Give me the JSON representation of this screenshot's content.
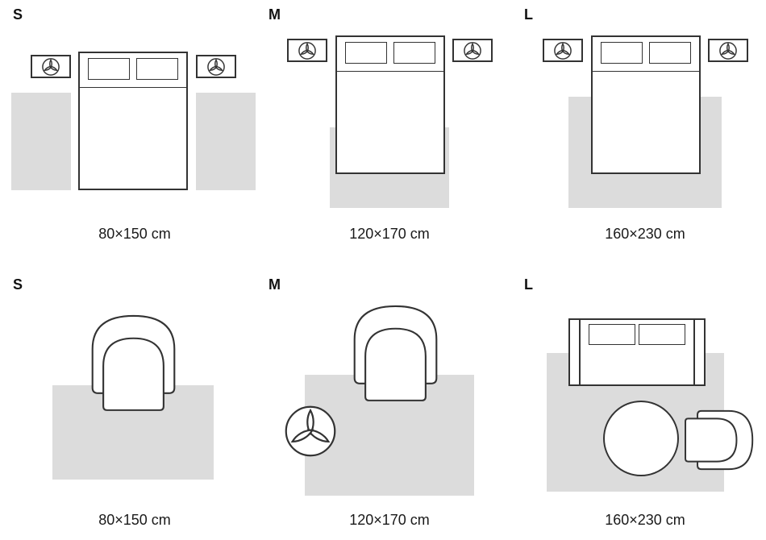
{
  "colors": {
    "rug": "#dcdcdc",
    "outline": "#333333",
    "text": "#111111"
  },
  "icons": {
    "plant": "plant-top-view-icon",
    "chair": "armchair-top-view",
    "sofa": "sofa-top-view",
    "table": "round-coffee-table"
  },
  "bedroom_row": {
    "sections": [
      {
        "size_label": "S",
        "dimension_label": "80×150 cm"
      },
      {
        "size_label": "M",
        "dimension_label": "120×170 cm"
      },
      {
        "size_label": "L",
        "dimension_label": "160×230 cm"
      }
    ]
  },
  "living_room_row": {
    "sections": [
      {
        "size_label": "S",
        "dimension_label": "80×150 cm"
      },
      {
        "size_label": "M",
        "dimension_label": "120×170 cm"
      },
      {
        "size_label": "L",
        "dimension_label": "160×230 cm"
      }
    ]
  }
}
